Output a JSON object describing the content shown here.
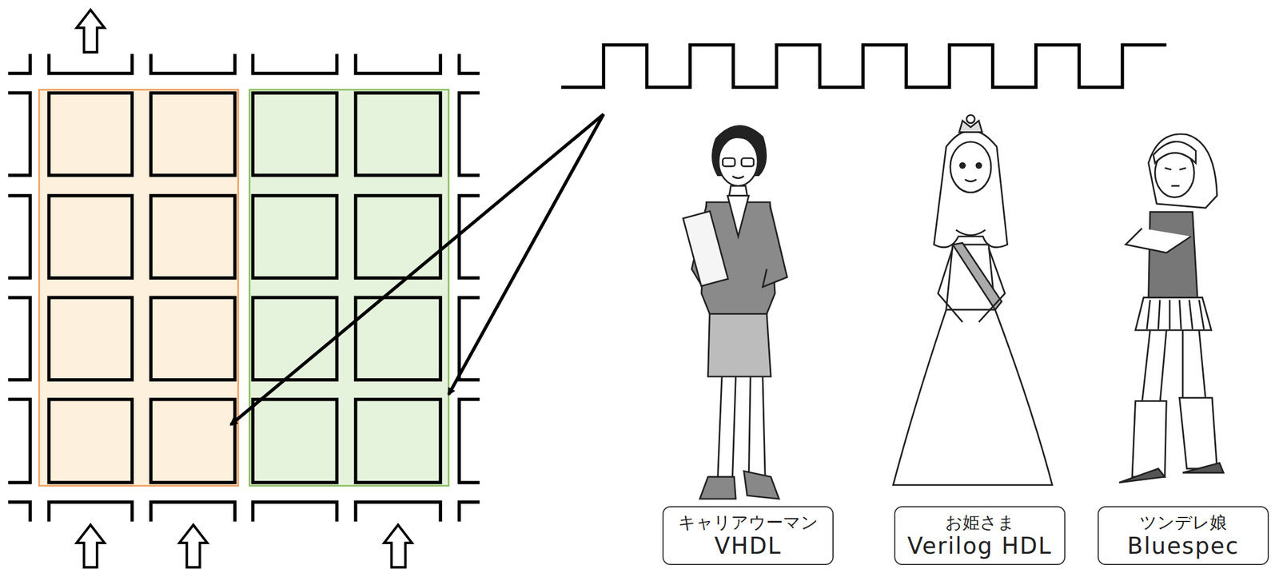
{
  "diagram": {
    "nodes": [
      {
        "text": [
          "キャリアウーマン",
          "VHDL"
        ]
      },
      {
        "text": [
          "お姫さま",
          "Verilog HDL"
        ]
      },
      {
        "text": [
          "ツンデレ娘",
          "Bluespec"
        ]
      }
    ]
  }
}
